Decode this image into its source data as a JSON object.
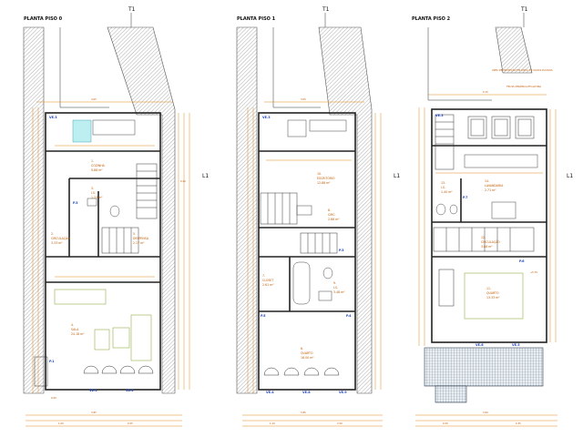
{
  "sheets": [
    {
      "title": "PLANTA PISO 0",
      "axis_top": "T1",
      "axis_side": "L1",
      "rooms": [
        {
          "code": "1.",
          "name": "COZINHA",
          "area": "9.88 m²"
        },
        {
          "code": "3.",
          "name": "I.S.",
          "area": "1.23 m²"
        },
        {
          "code": "2.",
          "name": "CIRCULAÇÃO",
          "area": "3.33 m²"
        },
        {
          "code": "5.",
          "name": "DESPENSA",
          "area": "2.17 m²"
        },
        {
          "code": "4.",
          "name": "SALA",
          "area": "24.18 m²"
        }
      ],
      "tags": [
        "VE.3",
        "P.3",
        "P.1",
        "VE.1",
        "VE.2"
      ],
      "level": "0.00"
    },
    {
      "title": "PLANTA PISO 1",
      "axis_top": "T1",
      "axis_side": "L1",
      "rooms": [
        {
          "code": "10.",
          "name": "ESCRITÓRIO",
          "area": "12.88 m²"
        },
        {
          "code": "8.",
          "name": "CIRC.",
          "area": "2.66 m²"
        },
        {
          "code": "7.",
          "name": "CLOSET",
          "area": "2.61 m²"
        },
        {
          "code": "9.",
          "name": "I.S.",
          "area": "3.48 m²"
        },
        {
          "code": "6.",
          "name": "QUARTO",
          "area": "16.00 m²"
        }
      ],
      "tags": [
        "VE.3",
        "P.5",
        "P.3",
        "P.4",
        "VE.4",
        "VE.8",
        "VE.9"
      ]
    },
    {
      "title": "PLANTA PISO 2",
      "axis_top": "T1",
      "axis_side": "L1",
      "notes": [
        "ÁREA DE PROTEÇÃO EM LINHA DE ÁGUAS PLUVIAIS",
        "TELHA CERÂMICA EM ALTURA"
      ],
      "rooms": [
        {
          "code": "13.",
          "name": "I.S.",
          "area": "1.40 m²"
        },
        {
          "code": "14.",
          "name": "LAVANDARIA",
          "area": "2.71 m²"
        },
        {
          "code": "12.",
          "name": "CIRCULAÇÃO",
          "area": "3.88 m²"
        },
        {
          "code": "11.",
          "name": "QUARTO",
          "area": "13.33 m²"
        }
      ],
      "tags": [
        "VE.3",
        "P.7",
        "P.6",
        "VE.6",
        "VE.5"
      ],
      "level": "+5.70"
    }
  ],
  "dimensions": [
    "4.05",
    "3.85",
    "1.00",
    "0.55",
    "0.20",
    "3.05",
    "1.10",
    "2.50",
    "0.15",
    "3.60",
    "0.50",
    "0.35"
  ]
}
